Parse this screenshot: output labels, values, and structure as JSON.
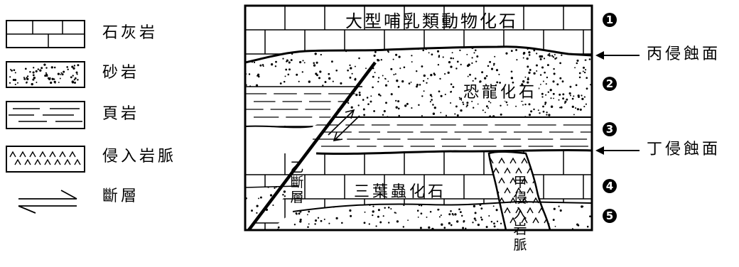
{
  "legend": [
    {
      "key": "limestone",
      "label": "石灰岩"
    },
    {
      "key": "sandstone",
      "label": "砂岩"
    },
    {
      "key": "shale",
      "label": "頁岩"
    },
    {
      "key": "intrusion",
      "label": "侵入岩脈"
    },
    {
      "key": "fault",
      "label": "斷層"
    }
  ],
  "fossils": {
    "mammal": "大型哺乳類動物化石",
    "dinosaur": "恐龍化石",
    "trilobite": "三葉蟲化石"
  },
  "unconformities": {
    "bing": "丙侵蝕面",
    "ding": "丁侵蝕面"
  },
  "features": {
    "fault": "乙斷層",
    "dike": "甲侵入岩脈"
  },
  "layer_markers": [
    "1",
    "2",
    "3",
    "4",
    "5"
  ]
}
